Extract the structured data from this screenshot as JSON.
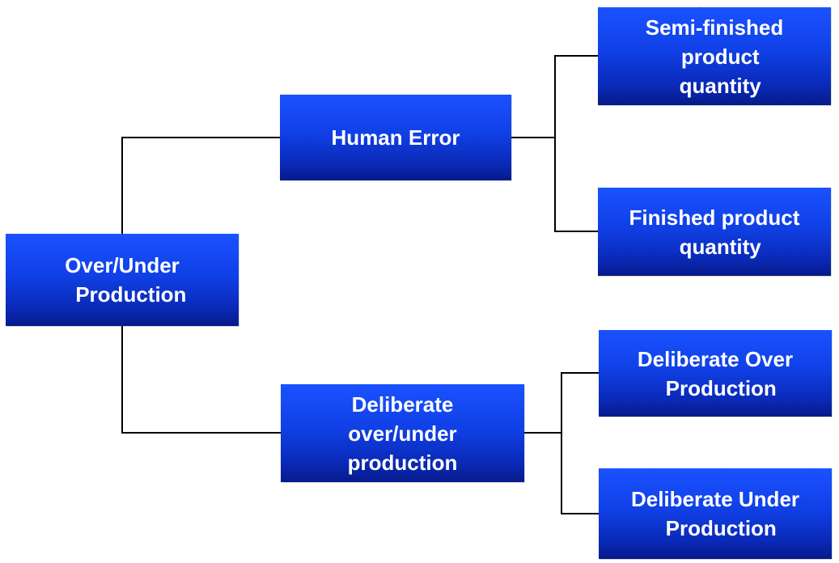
{
  "diagram": {
    "root": {
      "label": "Over/Under\n   Production"
    },
    "branches": [
      {
        "label": "Human Error",
        "children": [
          {
            "label": "Semi-finished\n  product\n  quantity"
          },
          {
            "label": "Finished product\n  quantity"
          }
        ]
      },
      {
        "label": "Deliberate\nover/under\nproduction",
        "children": [
          {
            "label": "Deliberate Over\n  Production"
          },
          {
            "label": "Deliberate Under\n  Production"
          }
        ]
      }
    ],
    "colors": {
      "box_top": "#1a52ff",
      "box_bottom": "#061a8a",
      "text": "#ffffff",
      "connector": "#000000"
    }
  }
}
